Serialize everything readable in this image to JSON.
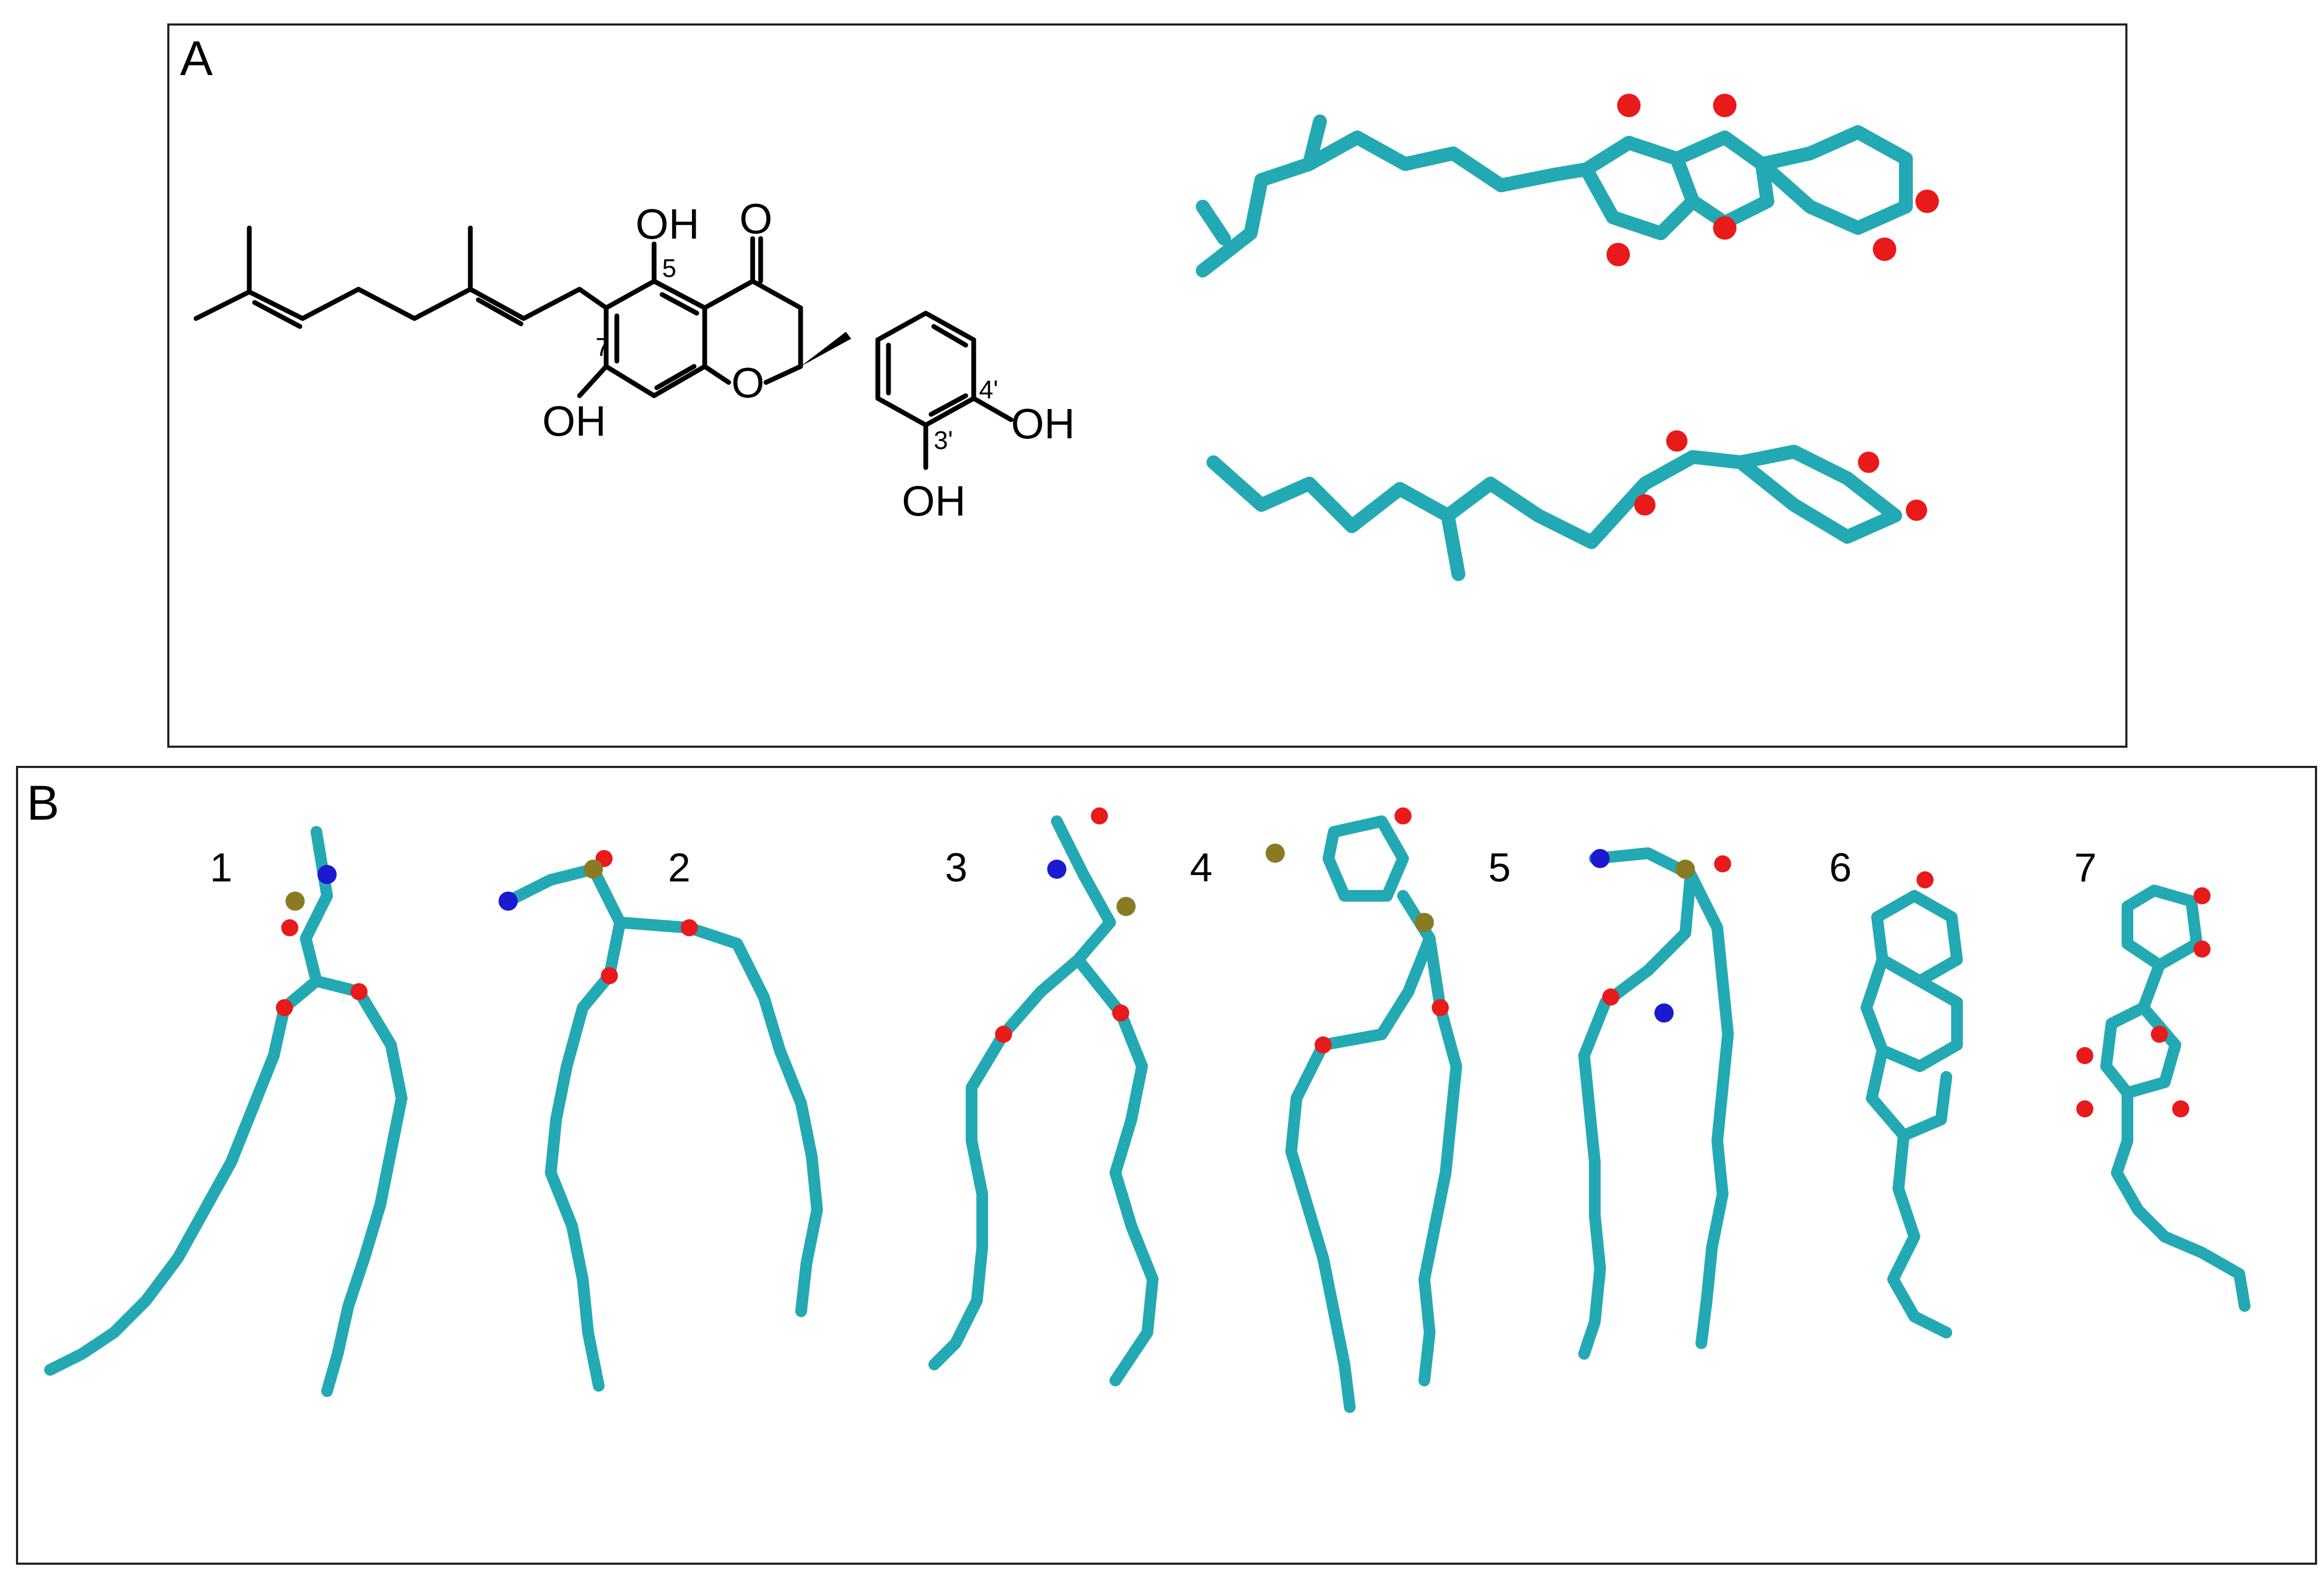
{
  "panelA": {
    "label": "A",
    "structure": {
      "atoms": [
        "OH",
        "O",
        "OH",
        "O",
        "OH",
        "OH"
      ],
      "positions": [
        "5",
        "7",
        "4'",
        "3'"
      ]
    }
  },
  "panelB": {
    "label": "B",
    "molecule_labels": [
      "1",
      "2",
      "3",
      "4",
      "5",
      "6",
      "7"
    ]
  },
  "colors": {
    "carbon": "#23a9b4",
    "hydrogen": "#e8e8e8",
    "oxygen": "#e81a1a",
    "nitrogen": "#1a1ad0",
    "phosphorus": "#8a7a22",
    "frame": "#222222",
    "bond": "#000000"
  }
}
